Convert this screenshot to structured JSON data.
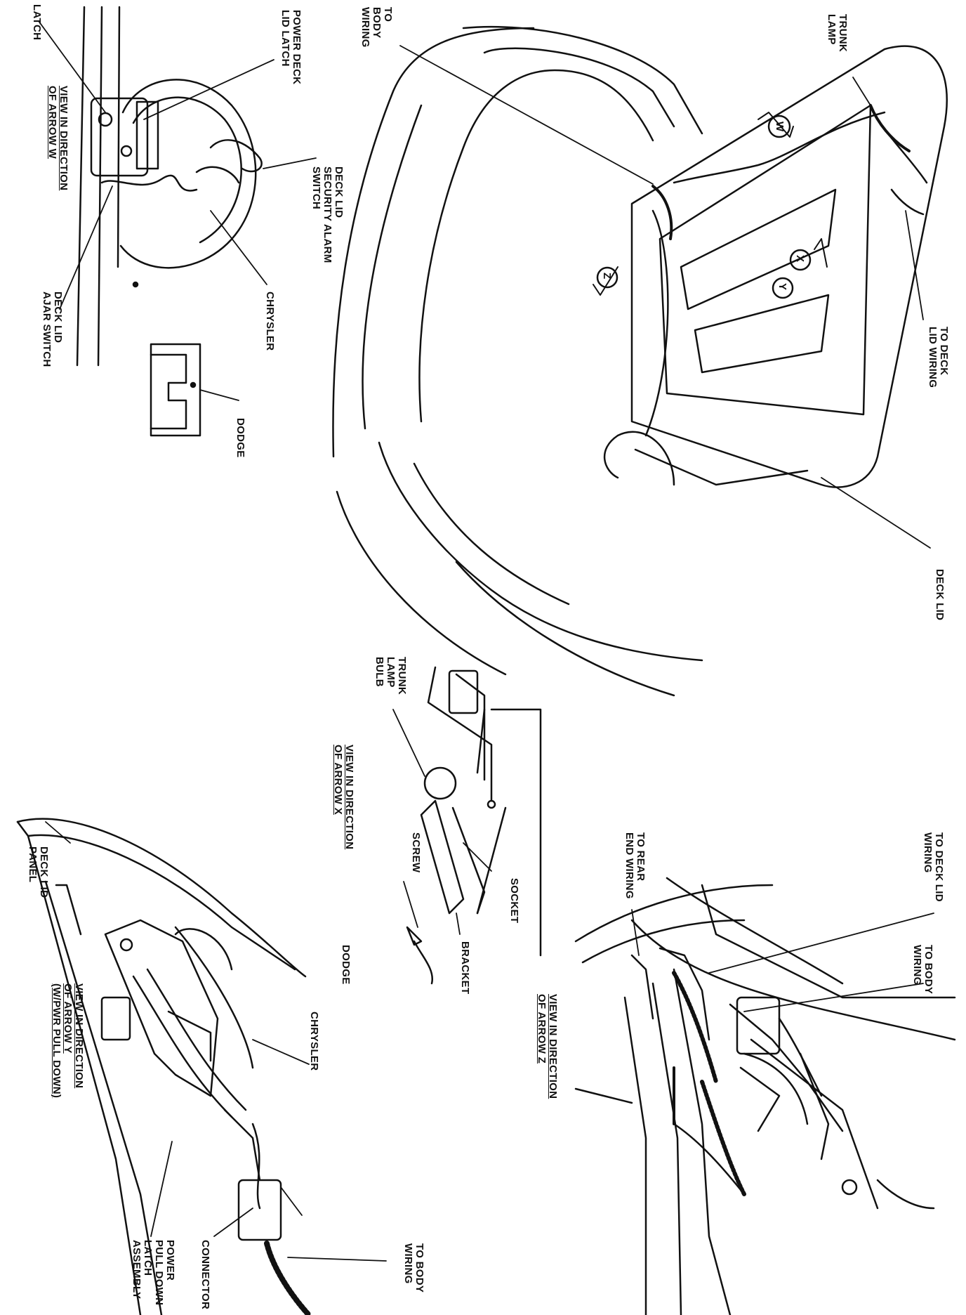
{
  "labels": {
    "w_latch": "LATCH",
    "w_power_deck_lid_latch": "POWER DECK\nLID LATCH",
    "w_caption": "VIEW IN DIRECTION\nOF ARROW W",
    "w_deck_lid_ajar_switch": "DECK LID\nAJAR SWITCH",
    "w_security_alarm_switch": "DECK LID\nSECURITY ALARM\nSWITCH",
    "w_chrysler": "CHRYSLER",
    "w_dodge": "DODGE",
    "main_to_body_wiring": "TO\nBODY\nWIRING",
    "main_trunk_lamp": "TRUNK\nLAMP",
    "main_to_deck_lid_wiring": "TO DECK\nLID WIRING",
    "main_deck_lid": "DECK LID",
    "x_trunk_lamp_bulb": "TRUNK\nLAMP\nBULB",
    "x_caption": "VIEW IN DIRECTION\nOF ARROW X",
    "x_socket": "SOCKET",
    "x_screw": "SCREW",
    "x_bracket": "BRACKET",
    "z_to_rear_end_wiring": "TO REAR\nEND WIRING",
    "z_to_deck_lid_wiring": "TO DECK LID\nWIRING",
    "z_to_body_wiring": "TO BODY\nWIRING",
    "z_caption": "VIEW IN DIRECTION\nOF ARROW Z",
    "y_deck_lid_panel": "DECK LID\nPANEL",
    "y_caption": "VIEW IN DIRECTION\nOF ARROW Y\n(W/PWR PULL DOWN)",
    "y_chrysler": "CHRYSLER",
    "y_dodge": "DODGE",
    "y_power_pull_down": "POWER\nPULL DOWN\nLATCH\nASSEMBLY",
    "y_connector": "CONNECTOR",
    "y_to_body_wiring": "TO BODY\nWIRING"
  },
  "arrow_letters": {
    "w": "W",
    "x": "X",
    "y": "Y",
    "z": "Z"
  }
}
